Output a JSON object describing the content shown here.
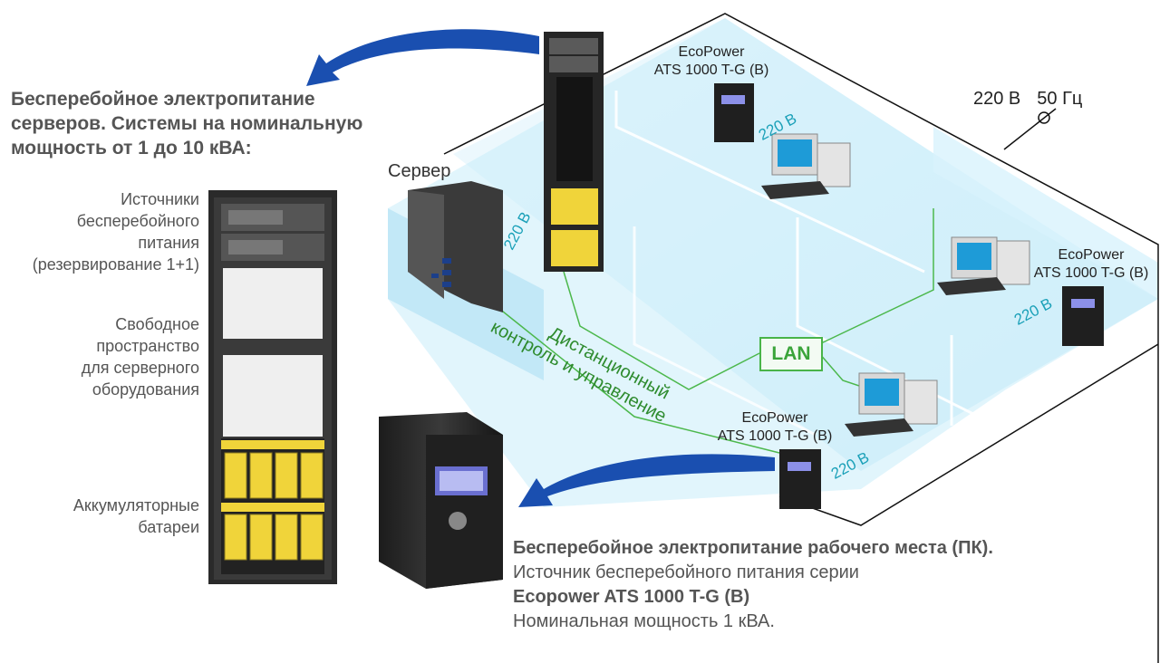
{
  "left_section": {
    "title_lines": [
      "Бесперебойное электропитание",
      "серверов. Системы на номинальную",
      "мощность от 1 до 10 кВА:"
    ],
    "labels": [
      {
        "lines": [
          "Источники",
          "бесперебойного",
          "питания",
          "(резервирование 1+1)"
        ]
      },
      {
        "lines": [
          "Свободное",
          "пространство",
          "для серверного",
          "оборудования"
        ]
      },
      {
        "lines": [
          "Аккумуляторные",
          "батареи"
        ]
      }
    ]
  },
  "server_label": "Сервер",
  "power_supply": {
    "voltage": "220 В",
    "frequency": "50 Гц"
  },
  "ups_units": [
    {
      "lines": [
        "EcoPower",
        "ATS 1000 T-G (B)"
      ]
    },
    {
      "lines": [
        "EcoPower",
        "ATS 1000 T-G (B)"
      ]
    },
    {
      "lines": [
        "EcoPower",
        "ATS 1000 T-G (B)"
      ]
    }
  ],
  "voltage_label": "220 В",
  "lan_label": "LAN",
  "remote_control_lines": [
    "Дистанционный",
    "контроль и управление"
  ],
  "bottom_section": {
    "line1": "Бесперебойное электропитание рабочего места (ПК).",
    "line2": "Источник бесперебойного питания серии",
    "line3": "Ecopower ATS 1000 T-G (B)",
    "line4": "Номинальная мощность 1 кВА."
  },
  "colors": {
    "arrow": "#1a4fb0",
    "room_fill": "#c9ecf9",
    "lan_line": "#4cb84c",
    "battery": "#f0d43a",
    "rack": "#2a2a2a"
  }
}
